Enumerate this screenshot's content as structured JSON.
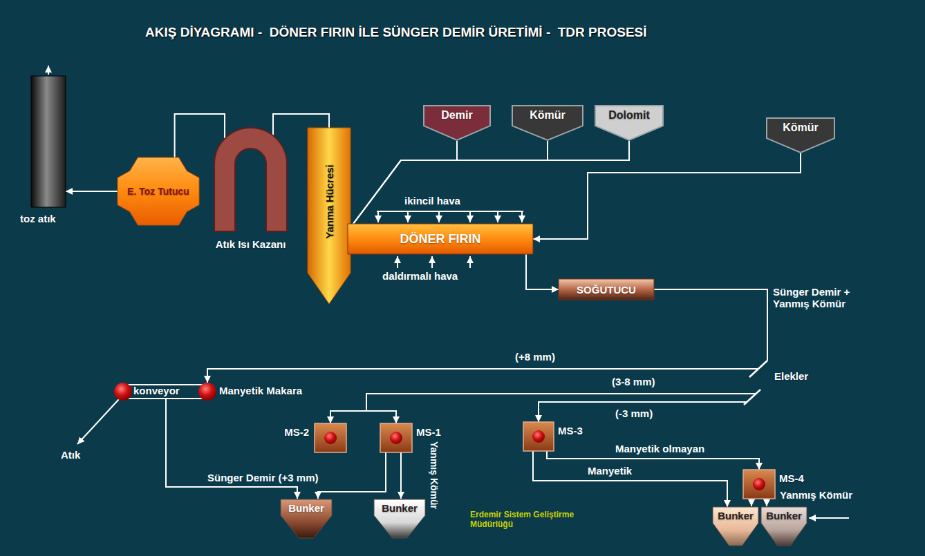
{
  "diagram": {
    "title": "AKIŞ DİYAGRAMI -  DÖNER FIRIN İLE SÜNGER DEMİR ÜRETİMİ -  TDR PROSESİ",
    "nodes": [
      {
        "text": [
          "toz atık"
        ]
      },
      {
        "text": [
          "E. Toz Tutucu"
        ]
      },
      {
        "text": [
          "Atık Isı Kazanı"
        ]
      },
      {
        "text": [
          "Yanma Hücresi"
        ]
      },
      {
        "text": [
          "Demir"
        ]
      },
      {
        "text": [
          "Kömür"
        ]
      },
      {
        "text": [
          "Dolomit"
        ]
      },
      {
        "text": [
          "Kömür"
        ]
      },
      {
        "text": [
          "DÖNER FIRIN"
        ]
      },
      {
        "text": [
          "SOĞUTUCU"
        ]
      },
      {
        "text": [
          "Elekler"
        ]
      },
      {
        "text": [
          "konveyor",
          "Manyetik Makara"
        ]
      },
      {
        "text": [
          "MS-2"
        ]
      },
      {
        "text": [
          "MS-1"
        ]
      },
      {
        "text": [
          "MS-3"
        ]
      },
      {
        "text": [
          "MS-4"
        ]
      },
      {
        "text": [
          "Bunker"
        ]
      },
      {
        "text": [
          "Bunker"
        ]
      },
      {
        "text": [
          "Bunker"
        ]
      },
      {
        "text": [
          "Bunker"
        ]
      }
    ],
    "edges": [
      {
        "from": 3,
        "to": 2,
        "arrow": "none"
      },
      {
        "from": 2,
        "to": 1,
        "arrow": "none"
      },
      {
        "from": 1,
        "to": 0,
        "arrow": "to"
      },
      {
        "from": 4,
        "to": 8,
        "arrow": "none"
      },
      {
        "from": 5,
        "to": 8,
        "arrow": "none"
      },
      {
        "from": 6,
        "to": 8,
        "arrow": "none"
      },
      {
        "from": 7,
        "to": 8,
        "arrow": "to"
      },
      {
        "from": 8,
        "to": 9,
        "arrow": "to"
      },
      {
        "from": 9,
        "to": 10,
        "label": "Sünger Demir + Yanmış Kömür",
        "arrow": "none"
      },
      {
        "from": 10,
        "to": 11,
        "label": "(+8 mm)",
        "arrow": "to"
      },
      {
        "from": 10,
        "to": 12,
        "label": "(3-8 mm)",
        "arrow": "to"
      },
      {
        "from": 10,
        "to": 13,
        "arrow": "to"
      },
      {
        "from": 10,
        "to": 14,
        "label": "(-3 mm)",
        "arrow": "to"
      },
      {
        "from": 11,
        "to": 16,
        "label": "Sünger Demir (+3 mm)",
        "arrow": "to"
      },
      {
        "from": 13,
        "to": 16,
        "arrow": "to"
      },
      {
        "from": 13,
        "to": 17,
        "label": "Yanmış Kömür",
        "arrow": "to"
      },
      {
        "from": 14,
        "to": 18,
        "label": "Manyetik",
        "arrow": "to"
      },
      {
        "from": 14,
        "to": 15,
        "label": "Manyetik olmayan",
        "arrow": "to"
      },
      {
        "from": 15,
        "to": 18,
        "arrow": "to"
      },
      {
        "from": 15,
        "to": 19,
        "arrow": "to"
      }
    ],
    "labels": [
      "ikincil hava",
      "daldırmalı hava",
      "Atık",
      "Yanmış Kömür",
      "Erdemir Sistem Geliştirme Müdürlüğü"
    ]
  }
}
